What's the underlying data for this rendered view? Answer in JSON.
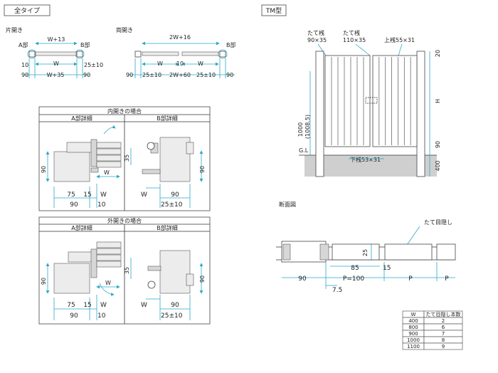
{
  "tags": {
    "all_types": "全タイプ",
    "tm_type": "TM型"
  },
  "single": {
    "title": "片開き",
    "part_a": "A部",
    "part_b": "B部",
    "top_dim": "W+13",
    "mid_dim": "W",
    "gap_left": "10",
    "gap_right": "25±10",
    "bottom_left": "90",
    "bottom_mid": "W+35",
    "bottom_right": "90"
  },
  "double": {
    "title": "両開き",
    "part_b": "B部",
    "top_dim": "2W+16",
    "w_left": "W",
    "gap_center": "10",
    "w_right": "W",
    "bottom_left": "90",
    "bottom_gap_left": "25±10",
    "bottom_mid": "2W+60",
    "bottom_gap_right": "25±10",
    "bottom_right": "90"
  },
  "inward": {
    "title": "内開きの場合",
    "a_title": "A部詳細",
    "b_title": "B部詳細",
    "a_height": "90",
    "a_d1": "75",
    "a_d2": "15",
    "a_w": "W",
    "a_w_top": "W",
    "a_bottom": "90",
    "a_gap": "10",
    "b_35": "35",
    "b_height": "90",
    "b_w": "W",
    "b_90": "90",
    "b_gap": "25±10"
  },
  "outward": {
    "title": "外開きの場合",
    "a_title": "A部詳細",
    "b_title": "B部詳細",
    "a_height": "90",
    "a_d1": "75",
    "a_d2": "15",
    "a_w": "W",
    "a_w_top": "W",
    "a_bottom": "90",
    "a_gap": "10",
    "b_35": "35",
    "b_height": "90",
    "b_w": "W",
    "b_90": "90",
    "b_gap": "25±10"
  },
  "tm": {
    "stile_label": "たて桟",
    "stile_size_a": "90×35",
    "stile_label_b": "たて桟",
    "stile_size_b": "110×35",
    "top_rail": "上桟55×31",
    "bottom_rail": "下桟53×31",
    "dim_20": "20",
    "dim_h": "H",
    "dim_90": "90",
    "dim_400": "400",
    "dim_1000": "1000",
    "dim_1008": "(1008.5)",
    "gl": "G.L"
  },
  "section": {
    "title": "断面図",
    "blind": "たて目隠し",
    "d25": "25",
    "d85": "85",
    "d15": "15",
    "d90": "90",
    "p100": "P=100",
    "p1": "P",
    "p2": "P",
    "d75": "7.5"
  },
  "table": {
    "headers": [
      "W",
      "たて目隠し本数"
    ],
    "rows": [
      [
        "400",
        "2"
      ],
      [
        "800",
        "6"
      ],
      [
        "900",
        "7"
      ],
      [
        "1000",
        "8"
      ],
      [
        "1100",
        "9"
      ]
    ]
  }
}
